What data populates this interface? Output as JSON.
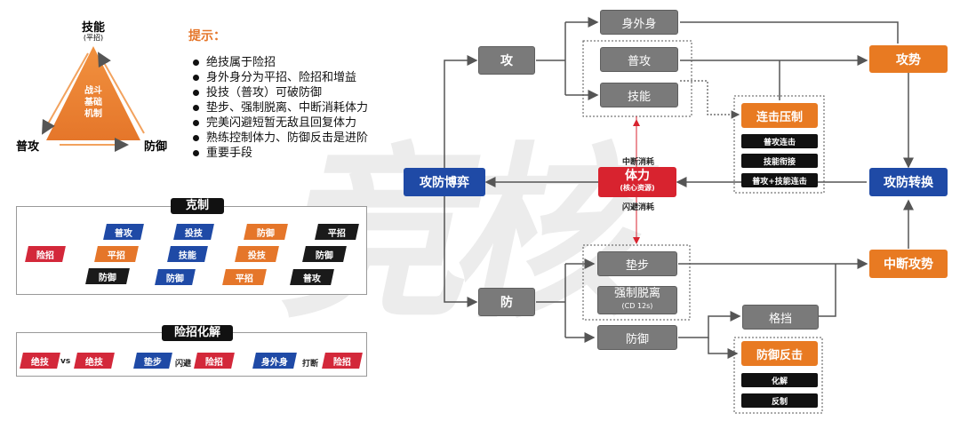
{
  "watermark": "竞核",
  "triangle": {
    "top": "技能",
    "top_sub": "(平招)",
    "left": "普攻",
    "right": "防御",
    "center": [
      "战斗",
      "基础",
      "机制"
    ]
  },
  "tips": {
    "title": "提示：",
    "items": [
      "绝技属于险招",
      "身外身分为平招、险招和增益",
      "投技（普攻）可破防御",
      "垫步、强制脱离、中断消耗体力",
      "完美闪避短暂无敌且回复体力",
      "熟练控制体力、防御反击是进阶",
      "重要手段"
    ]
  },
  "counter_panel": {
    "title": "克制",
    "left_source": "险招",
    "left_targets": [
      "普攻",
      "平招",
      "防御"
    ],
    "rows": [
      [
        "投技",
        "防御",
        "平招"
      ],
      [
        "技能",
        "投技",
        "防御"
      ],
      [
        "防御",
        "平招",
        "普攻"
      ]
    ]
  },
  "resolve_panel": {
    "title": "险招化解",
    "groups": [
      {
        "a": "绝技",
        "verb": "vs",
        "b": "绝技"
      },
      {
        "a": "垫步",
        "verb": "闪避",
        "b": "险招"
      },
      {
        "a": "身外身",
        "verb": "打断",
        "b": "险招"
      }
    ]
  },
  "flow": {
    "attack": "攻",
    "defend": "防",
    "body_out": "身外身",
    "normal_attack": "普攻",
    "skill": "技能",
    "dodge_step": "垫步",
    "force_break": "强制脱离",
    "force_break_cd": "(CD 12s)",
    "guard": "防御",
    "parry": "格挡",
    "combo": "连击压制",
    "combo_items": [
      "普攻连击",
      "技能衔接",
      "普攻+技能连击"
    ],
    "counter": "防御反击",
    "counter_items": [
      "化解",
      "反制"
    ],
    "offense_momentum": "攻势",
    "switch": "攻防转换",
    "interrupt": "中断攻势",
    "duel": "攻防博弈",
    "stamina": "体力",
    "stamina_sub": "(核心资源)",
    "stamina_cost_top": "中断消耗",
    "stamina_cost_bottom": "闪避消耗"
  },
  "colors": {
    "orange": "#e87a22",
    "blue": "#1f4aa6",
    "red": "#d3283a",
    "gray": "#7a7a7a"
  }
}
